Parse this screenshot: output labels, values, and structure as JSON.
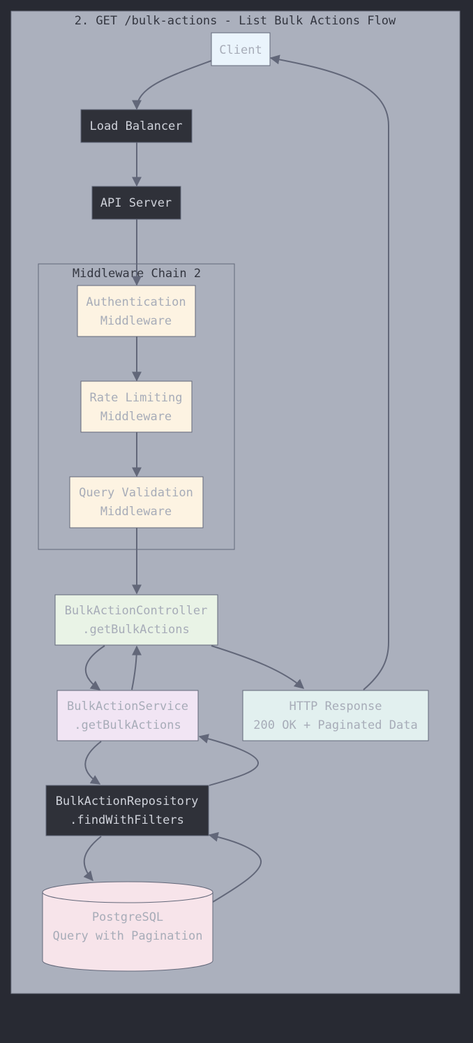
{
  "diagram": {
    "title": "2. GET /bulk-actions - List Bulk Actions Flow",
    "subgraph_title": "Middleware Chain 2",
    "nodes": {
      "client": [
        "Client"
      ],
      "load_balancer": [
        "Load Balancer"
      ],
      "api_server": [
        "API Server"
      ],
      "auth": [
        "Authentication",
        "Middleware"
      ],
      "rate": [
        "Rate Limiting",
        "Middleware"
      ],
      "query": [
        "Query Validation",
        "Middleware"
      ],
      "controller": [
        "BulkActionController",
        ".getBulkActions"
      ],
      "service": [
        "BulkActionService",
        ".getBulkActions"
      ],
      "response": [
        "HTTP Response",
        "200 OK + Paginated Data"
      ],
      "repository": [
        "BulkActionRepository",
        ".findWithFilters"
      ],
      "db": [
        "PostgreSQL",
        "Query with Pagination"
      ]
    },
    "colors": {
      "background": "#282a33",
      "panel": "#abb0bd",
      "edge": "#626779",
      "dark_node": "#2f3139",
      "client_fill": "#eaf4fc",
      "middleware_fill": "#fdf3e2",
      "controller_fill": "#e9f3e6",
      "service_fill": "#f1e5f4",
      "response_fill": "#e2f0ef",
      "db_fill": "#f7e4ea"
    }
  }
}
